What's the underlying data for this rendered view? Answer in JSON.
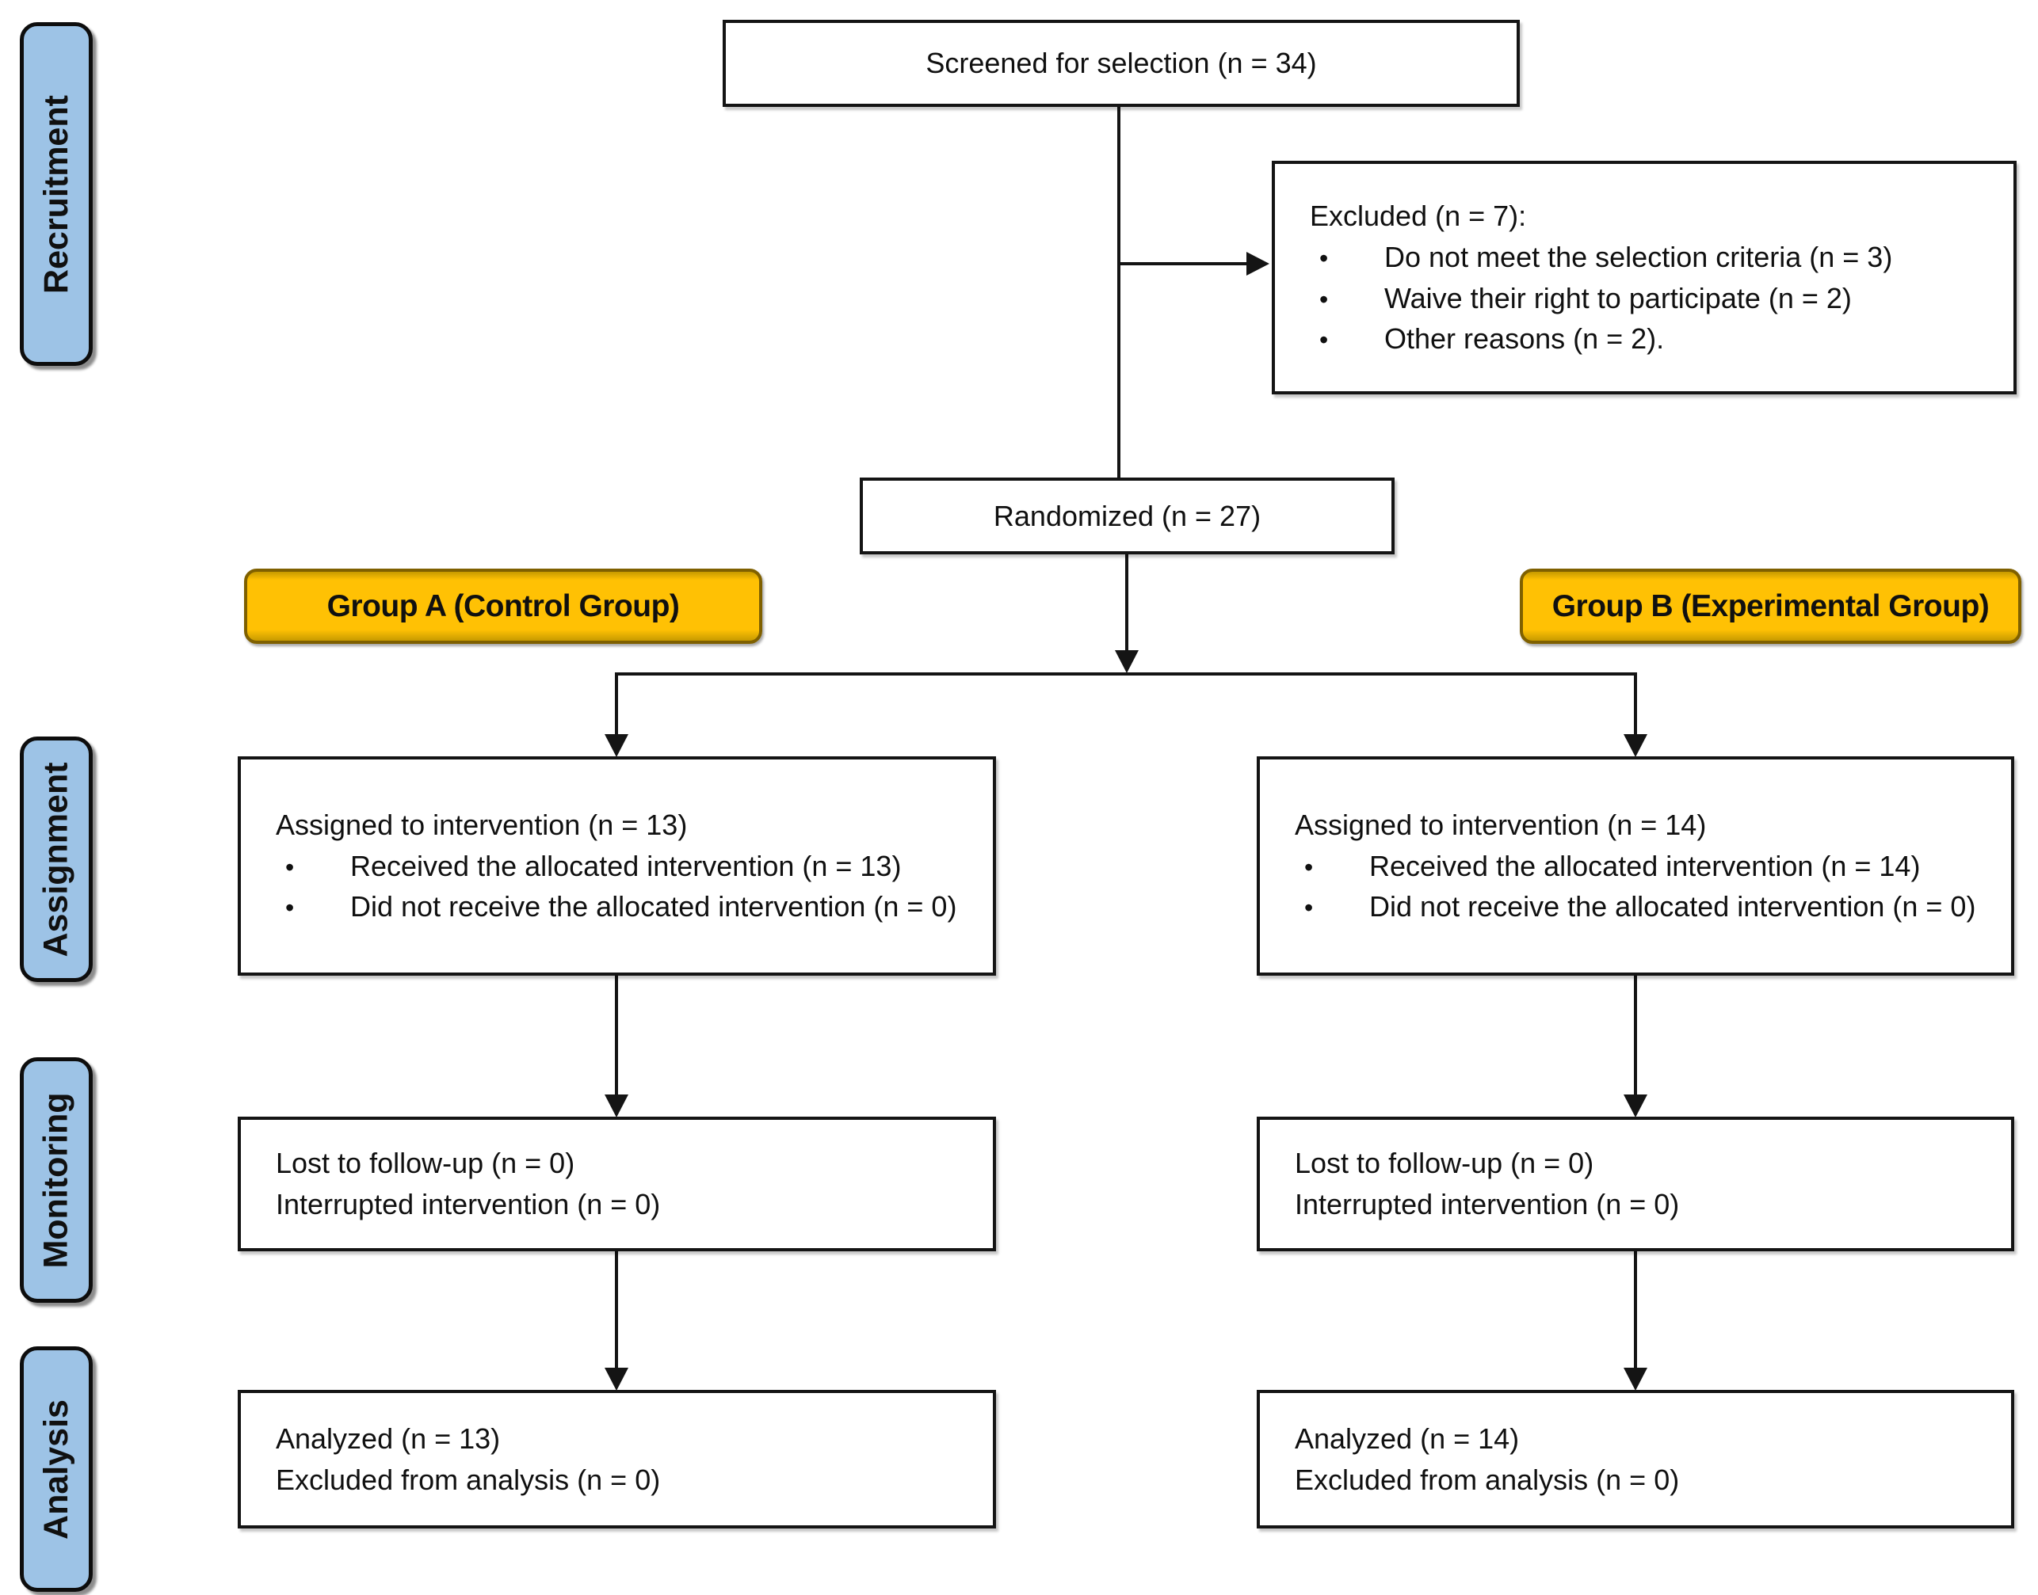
{
  "palette": {
    "background": "#FFFFFF",
    "box_border": "#141414",
    "gold_fill": "#FFC000",
    "gold_border": "#7F6000",
    "blue_fill": "#9DC3E6",
    "arrow_color": "#141414"
  },
  "stages": [
    {
      "label": "Recruitment"
    },
    {
      "label": "Assignment"
    },
    {
      "label": "Monitoring"
    },
    {
      "label": "Analysis"
    }
  ],
  "flow": {
    "screened": {
      "text": "Screened for selection (n = 34)"
    },
    "excluded": {
      "title": "Excluded (n = 7):",
      "items": [
        "Do not meet the selection criteria (n = 3)",
        "Waive their right to participate (n = 2)",
        "Other reasons (n = 2)."
      ]
    },
    "randomized": {
      "text": "Randomized (n = 27)"
    },
    "group_a": {
      "label": "Group A (Control Group)"
    },
    "group_b": {
      "label": "Group B (Experimental Group)"
    },
    "assignment_a": {
      "title": "Assigned to intervention (n = 13)",
      "items": [
        "Received the allocated intervention (n = 13)",
        "Did not receive the allocated intervention (n = 0)"
      ]
    },
    "assignment_b": {
      "title": "Assigned to intervention (n = 14)",
      "items": [
        "Received the allocated intervention (n = 14)",
        "Did not receive the allocated intervention (n = 0)"
      ]
    },
    "monitoring_a": {
      "lines": [
        "Lost to follow-up (n = 0)",
        "Interrupted intervention (n = 0)"
      ]
    },
    "monitoring_b": {
      "lines": [
        "Lost to follow-up (n = 0)",
        "Interrupted intervention (n = 0)"
      ]
    },
    "analysis_a": {
      "lines": [
        "Analyzed (n = 13)",
        "Excluded from analysis (n = 0)"
      ]
    },
    "analysis_b": {
      "lines": [
        "Analyzed (n = 14)",
        "Excluded from analysis (n = 0)"
      ]
    }
  }
}
